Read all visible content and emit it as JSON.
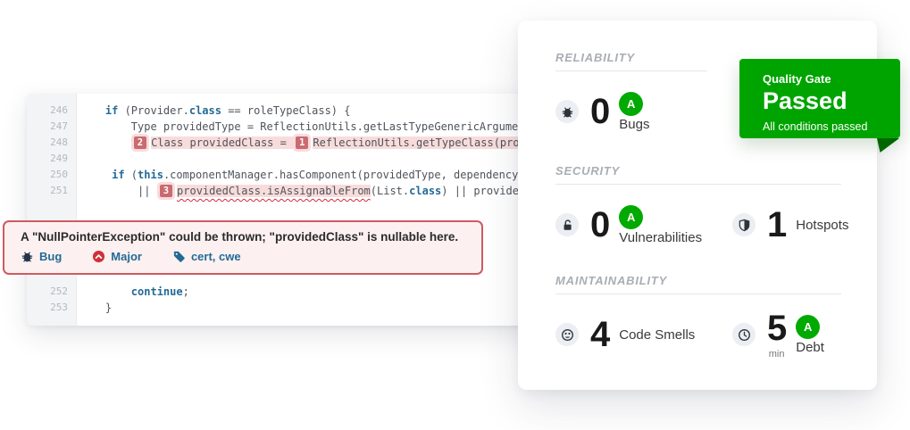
{
  "colors": {
    "rating_green": "#00aa00",
    "banner_green": "#00a400",
    "fold_green": "#016d01",
    "issue_red": "#d02f3a",
    "link_blue": "#236a97",
    "highlight_pink": "#f8dcdc",
    "badge_salmon": "#c96b70"
  },
  "code_panel": {
    "lines": [
      {
        "num": "246",
        "segments": [
          {
            "text": "    "
          },
          {
            "text": "if",
            "type": "kw"
          },
          {
            "text": " (Provider."
          },
          {
            "text": "class",
            "type": "kw"
          },
          {
            "text": " == roleTypeClass) {"
          }
        ]
      },
      {
        "num": "247",
        "segments": [
          {
            "text": "        Type providedType = ReflectionUtils.getLastTypeGenericArgument(dependencyDesc"
          }
        ]
      },
      {
        "num": "248",
        "segments": [
          {
            "text": "        "
          },
          {
            "text": "2",
            "type": "badge"
          },
          {
            "text": "Class providedClass = ",
            "type": "hl"
          },
          {
            "text": "1",
            "type": "badge"
          },
          {
            "text": "ReflectionUtils.getTypeClass(providedType);",
            "type": "hl"
          }
        ]
      },
      {
        "num": "249",
        "segments": [
          {
            "text": ""
          }
        ]
      },
      {
        "num": "250",
        "segments": [
          {
            "text": "     "
          },
          {
            "text": "if",
            "type": "kw"
          },
          {
            "text": " ("
          },
          {
            "text": "this",
            "type": "kw"
          },
          {
            "text": ".componentManager.hasComponent(providedType, dependencyDescriptor.ge"
          }
        ]
      },
      {
        "num": "251",
        "gap_after": true,
        "segments": [
          {
            "text": "         || "
          },
          {
            "text": "3",
            "type": "badge"
          },
          {
            "text": "providedClass.isAssignableFrom",
            "type": "hlsq"
          },
          {
            "text": "(List."
          },
          {
            "text": "class",
            "type": "kw"
          },
          {
            "text": ") || providedClass.isAss"
          }
        ]
      },
      {
        "num": "252",
        "segments": [
          {
            "text": "        "
          },
          {
            "text": "continue",
            "type": "kw"
          },
          {
            "text": ";"
          }
        ]
      },
      {
        "num": "253",
        "segments": [
          {
            "text": "    }"
          }
        ]
      }
    ]
  },
  "tooltip": {
    "message": "A \"NullPointerException\" could be thrown; \"providedClass\" is nullable here.",
    "type_icon": "bug-icon",
    "type_label": "Bug",
    "severity_icon": "major-icon",
    "severity_label": "Major",
    "tags_icon": "tag-icon",
    "tags_label": "cert, cwe"
  },
  "metrics_card": {
    "sections": [
      {
        "title": "RELIABILITY",
        "divider": "short",
        "items": [
          {
            "icon": "bug-icon",
            "value": "0",
            "rating": "A",
            "label": "Bugs"
          }
        ]
      },
      {
        "title": "SECURITY",
        "divider": "full",
        "items": [
          {
            "icon": "lock-icon",
            "value": "0",
            "rating": "A",
            "label": "Vulnerabilities"
          },
          {
            "icon": "shield-icon",
            "value": "1",
            "label": "Hotspots"
          }
        ]
      },
      {
        "title": "MAINTAINABILITY",
        "divider": "full",
        "items": [
          {
            "icon": "code-smell-icon",
            "value": "4",
            "label": "Code Smells"
          },
          {
            "icon": "clock-icon",
            "value": "5",
            "rating": "A",
            "label": "Debt",
            "unit": "min"
          }
        ]
      }
    ]
  },
  "quality_gate": {
    "heading": "Quality Gate",
    "status": "Passed",
    "subtext": "All conditions passed"
  }
}
